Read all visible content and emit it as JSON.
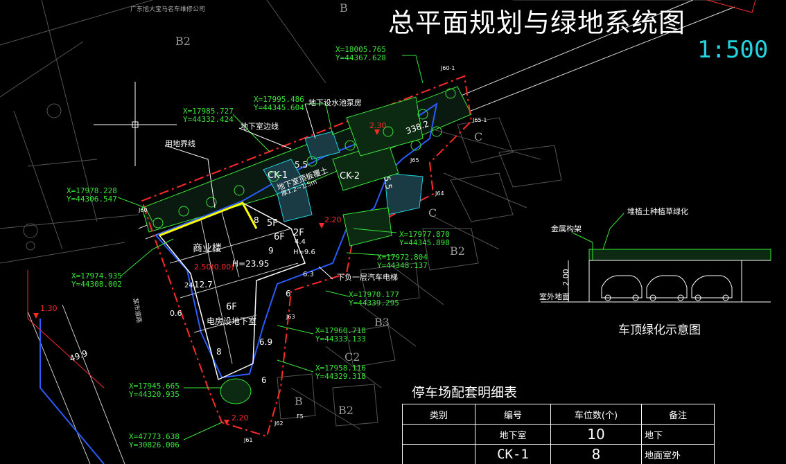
{
  "title": "总平面规划与绿地系统图",
  "scale": "1:500",
  "company": "广东旭大宝马名车维修公司",
  "coordinates": [
    {
      "x": "X=18005.765",
      "y": "Y=44367.628"
    },
    {
      "x": "X=17995.486",
      "y": "Y=44345.604"
    },
    {
      "x": "X=17985.727",
      "y": "Y=44332.424"
    },
    {
      "x": "X=17978.228",
      "y": "Y=44306.547"
    },
    {
      "x": "X=17974.935",
      "y": "Y=44308.002"
    },
    {
      "x": "X=17977.870",
      "y": "Y=44345.898"
    },
    {
      "x": "X=17972.804",
      "y": "Y=44348.137"
    },
    {
      "x": "X=17970.177",
      "y": "Y=44339.295"
    },
    {
      "x": "X=17960.718",
      "y": "Y=44333.133"
    },
    {
      "x": "X=17958.116",
      "y": "Y=44329.318"
    },
    {
      "x": "X=17945.665",
      "y": "Y=44320.935"
    },
    {
      "x": "X=47773.638",
      "y": "Y=30826.006"
    }
  ],
  "annotations": {
    "pump_room": "地下设水池泵房",
    "basement_edge": "地下室边线",
    "land_boundary": "用地界线",
    "basement_roof": "地下室顶板覆土",
    "soil_depth": "厚1.2~1.5m",
    "elevator": "下负一层汽车电梯",
    "commercial": "商业楼",
    "substation": "电房设地下室",
    "road_name": "某市道路"
  },
  "building_labels": {
    "floors_6f_a": "6F",
    "floors_5f": "5F",
    "floors_2f": "2F",
    "floors_6f_b": "6F",
    "height_main": "H=23.95",
    "height_small": "H=9.6",
    "level_main": "2.50(0.00)",
    "level_east": "2.20",
    "level_south": "2.20",
    "level_top": "2.30",
    "level_road": "1.30",
    "ck1": "CK-1",
    "ck2": "CK-2"
  },
  "dimensions": {
    "d_55a": "5.5",
    "d_55b": "5.5",
    "d_8a": "8",
    "d_8b": "8",
    "d_9": "9",
    "d_44": "4.4",
    "d_127": "12.7",
    "d_24": "24",
    "d_63": "6.3",
    "d_6a": "6",
    "d_6b": "6",
    "d_69": "6.9",
    "d_06": "0.6",
    "d_499": "49.9",
    "d_area": "338.2"
  },
  "grid_labels": {
    "B_top": "B",
    "B2_top": "B2",
    "C1": "C",
    "C2": "C",
    "B2_mid": "B2",
    "B3": "B3",
    "C2_low": "C2",
    "B_low": "B",
    "B2_low": "B2",
    "F5": "F5"
  },
  "points": {
    "J60": "J60",
    "J60_1": "J60-1",
    "J65_1": "J65-1",
    "J65": "J65",
    "J64": "J64",
    "J63": "J63",
    "J62": "J62",
    "J61": "J61"
  },
  "car_diagram": {
    "caption": "车顶绿化示意图",
    "planting": "堆植土种植草绿化",
    "frame": "金属构架",
    "ground": "室外地面",
    "height": "2.00"
  },
  "parking_table": {
    "title": "停车场配套明细表",
    "headers": [
      "类别",
      "编号",
      "车位数(个)",
      "备注"
    ],
    "rows": [
      [
        "",
        "地下室",
        "10",
        "地下"
      ],
      [
        "",
        "CK-1",
        "8",
        "地面室外"
      ]
    ]
  }
}
